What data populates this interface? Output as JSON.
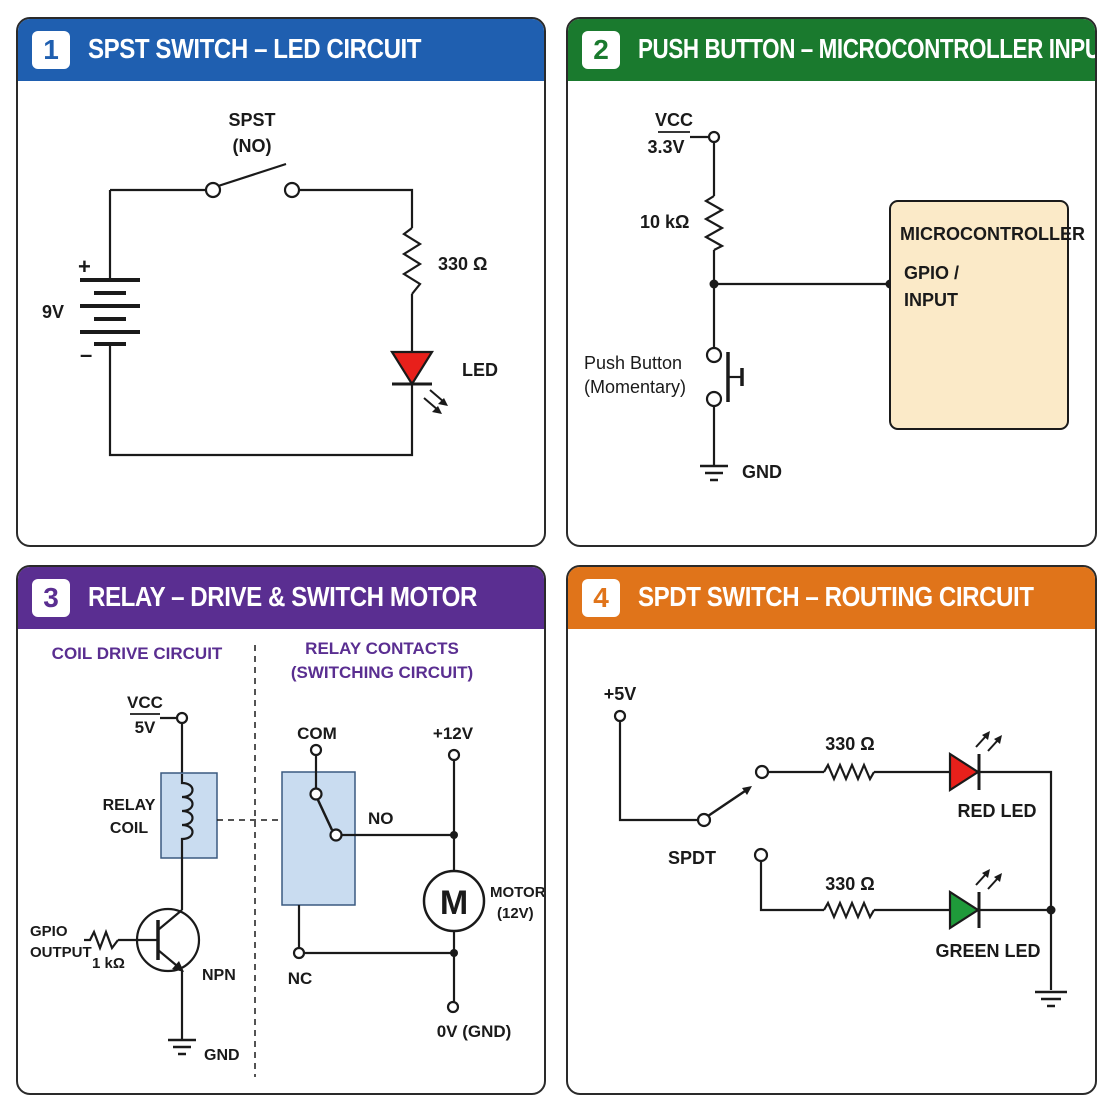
{
  "colors": {
    "panel1_header": "#1f5fb0",
    "panel2_header": "#1a7a2e",
    "panel3_header": "#5a2e91",
    "panel4_header": "#e0741a",
    "led_red": "#e8201b",
    "led_green": "#1f9a3a",
    "microcontroller_fill": "#fbeac8",
    "relay_box_fill": "#c9dcf0",
    "subtitle_purple": "#5a2e91"
  },
  "panel1": {
    "number": "1",
    "title": "SPST SWITCH – LED CIRCUIT",
    "switch_label": "SPST",
    "switch_sub": "(NO)",
    "battery_label": "9V",
    "plus": "+",
    "minus": "–",
    "resistor_label": "330 Ω",
    "led_label": "LED"
  },
  "panel2": {
    "number": "2",
    "title": "PUSH BUTTON – MICROCONTROLLER INPUT",
    "vcc_label": "VCC",
    "vcc_value": "3.3V",
    "resistor_label": "10 kΩ",
    "mcu_label": "MICROCONTROLLER",
    "gpio_line1": "GPIO /",
    "gpio_line2": "INPUT",
    "button_line1": "Push Button",
    "button_line2": "(Momentary)",
    "gnd_label": "GND"
  },
  "panel3": {
    "number": "3",
    "title": "RELAY – DRIVE & SWITCH MOTOR",
    "coil_section": "COIL DRIVE CIRCUIT",
    "contacts_line1": "RELAY CONTACTS",
    "contacts_line2": "(SWITCHING CIRCUIT)",
    "vcc_label": "VCC",
    "vcc_value": "5V",
    "coil_line1": "RELAY",
    "coil_line2": "COIL",
    "gpio_line1": "GPIO",
    "gpio_line2": "OUTPUT",
    "base_resistor": "1 kΩ",
    "transistor_label": "NPN",
    "gnd_label": "GND",
    "com_label": "COM",
    "no_label": "NO",
    "nc_label": "NC",
    "supply_label": "+12V",
    "motor_symbol": "M",
    "motor_line1": "MOTOR",
    "motor_line2": "(12V)",
    "ground_label": "0V (GND)"
  },
  "panel4": {
    "number": "4",
    "title": "SPDT SWITCH – ROUTING CIRCUIT",
    "supply_label": "+5V",
    "switch_label": "SPDT",
    "resistor_top": "330 Ω",
    "resistor_bottom": "330 Ω",
    "red_led_label": "RED LED",
    "green_led_label": "GREEN LED"
  }
}
